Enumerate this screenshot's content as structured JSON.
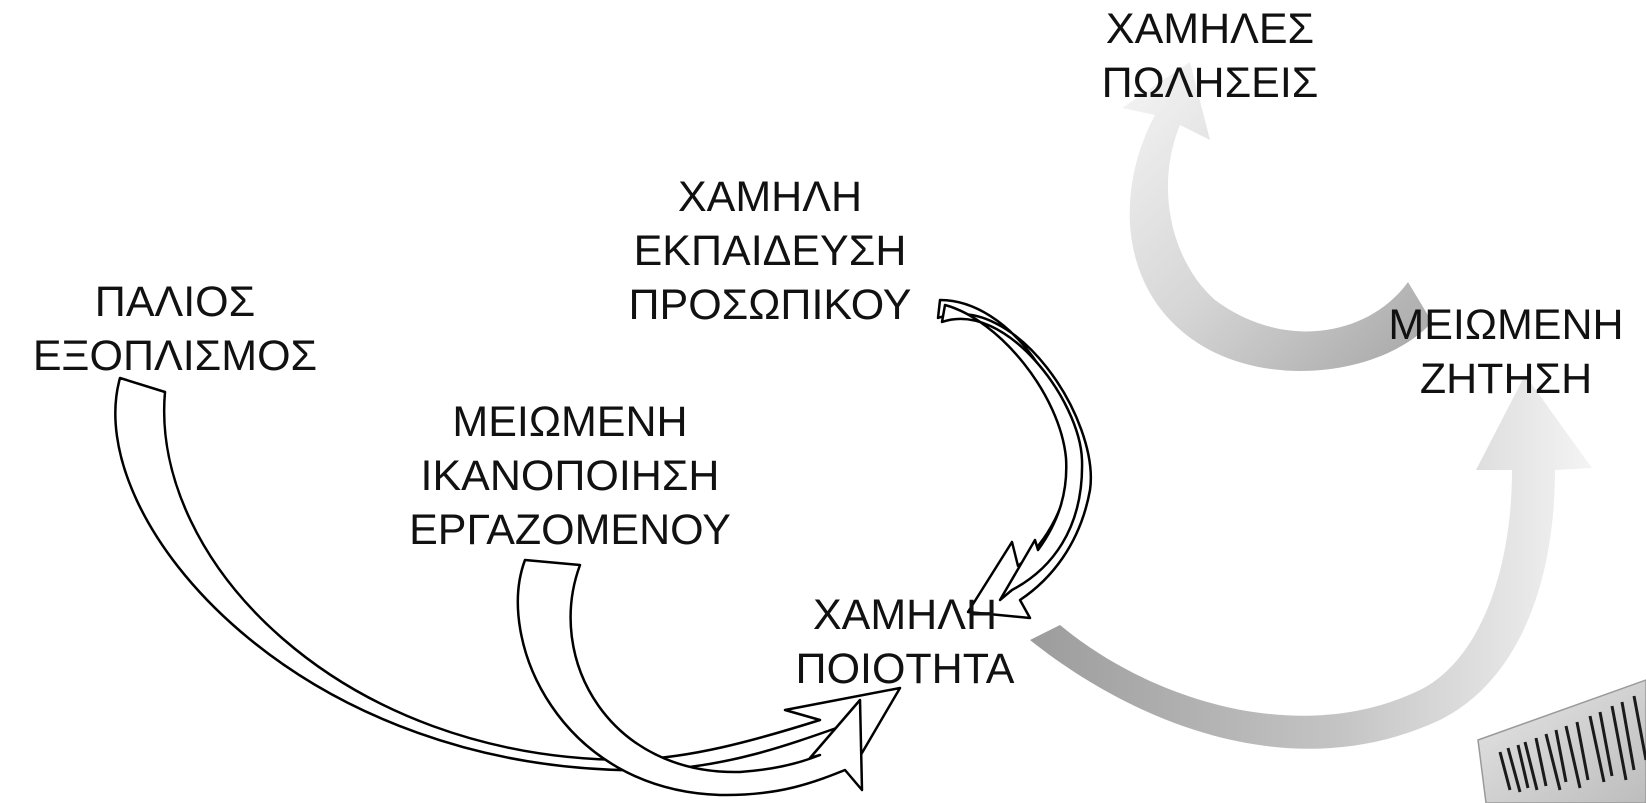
{
  "diagram": {
    "nodes": [
      {
        "id": "old-equipment",
        "lines": [
          "ΠΑΛΙΟΣ",
          "ΕΞΟΠΛΙΣΜΟΣ"
        ]
      },
      {
        "id": "low-training",
        "lines": [
          "ΧΑΜΗΛΗ",
          "ΕΚΠΑΙΔΕΥΣΗ",
          "ΠΡΟΣΩΠΙΚΟΥ"
        ]
      },
      {
        "id": "low-satisfaction",
        "lines": [
          "ΜΕΙΩΜΕΝΗ",
          "ΙΚΑΝΟΠΟΙΗΣΗ",
          "ΕΡΓΑΖΟΜΕΝΟΥ"
        ]
      },
      {
        "id": "low-quality",
        "lines": [
          "ΧΑΜΗΛΗ",
          "ΠΟΙΟΤΗΤΑ"
        ]
      },
      {
        "id": "low-sales",
        "lines": [
          "ΧΑΜΗΛΕΣ",
          "ΠΩΛΗΣΕΙΣ"
        ]
      },
      {
        "id": "reduced-demand",
        "lines": [
          "ΜΕΙΩΜΕΝΗ",
          "ΖΗΤΗΣΗ"
        ]
      }
    ],
    "edges": [
      {
        "from": "old-equipment",
        "to": "low-quality",
        "style": "outline"
      },
      {
        "from": "low-satisfaction",
        "to": "low-quality",
        "style": "outline"
      },
      {
        "from": "low-training",
        "to": "low-quality",
        "style": "outline"
      },
      {
        "from": "low-quality",
        "to": "reduced-demand",
        "style": "shaded"
      },
      {
        "from": "reduced-demand",
        "to": "low-sales",
        "style": "shaded"
      }
    ],
    "colors": {
      "outline_stroke": "#000000",
      "outline_fill": "#ffffff",
      "shaded_fill_dark": "#a8a8a8",
      "shaded_fill_light": "#f2f2f2",
      "text": "#111111"
    },
    "decorations": [
      "barcode-image"
    ]
  }
}
